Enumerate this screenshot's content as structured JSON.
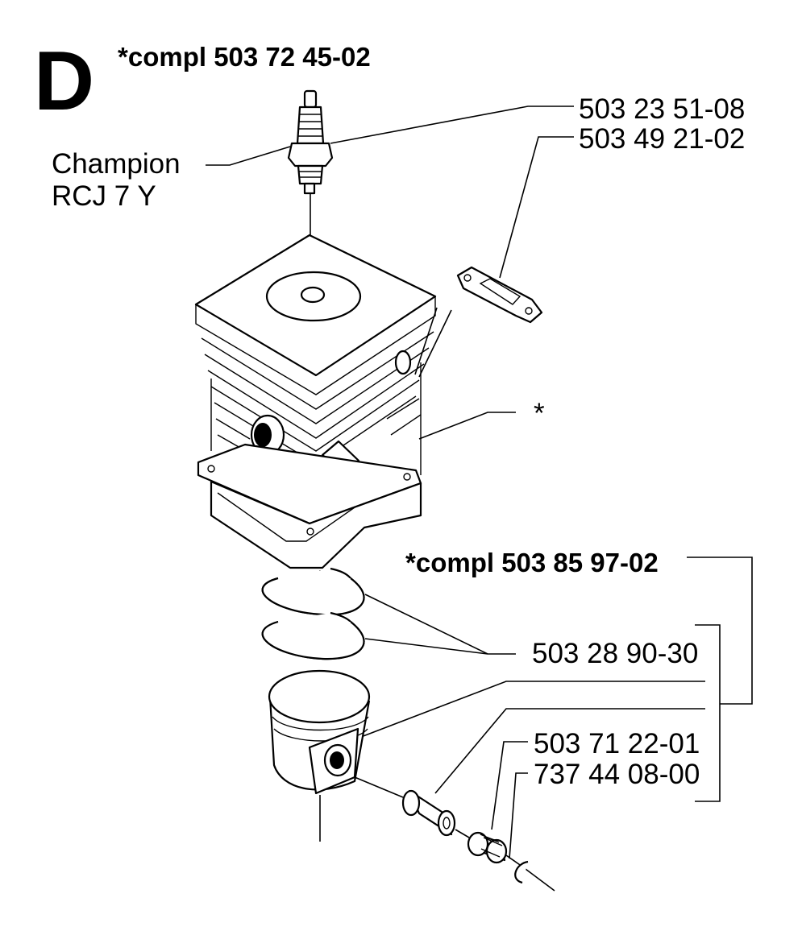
{
  "diagram": {
    "section_letter": "D",
    "cylinder_kit": "*compl 503 72 45-02",
    "piston_kit": "*compl 503 85 97-02",
    "spark_plug_brand": "Champion",
    "spark_plug_model": "RCJ 7 Y",
    "parts": {
      "spark_plug": "503 23 51-08",
      "gasket": "503 49 21-02",
      "cylinder": "*",
      "piston_rings": "503 28 90-30",
      "piston_pin": "503 71 22-01",
      "circlip": "737 44 08-00"
    }
  }
}
